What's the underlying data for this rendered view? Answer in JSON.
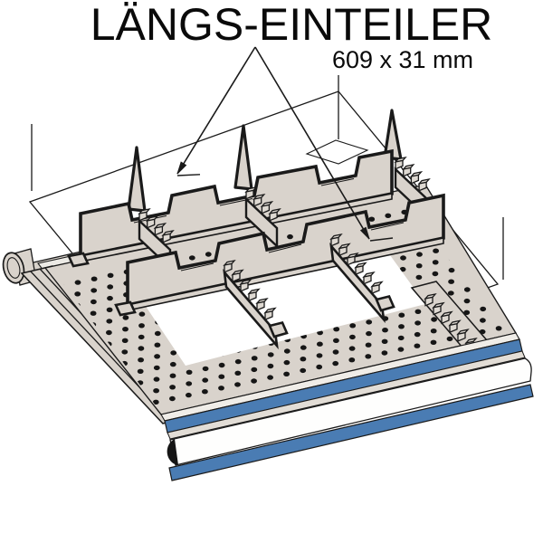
{
  "title": {
    "text": "LÄNGS-EINTEILER"
  },
  "dimension_label": {
    "text": "609 x 31 mm"
  },
  "figure": {
    "type": "technical-illustration",
    "subject": "pulled-out drawer with two longitudinal divider walls and three slotted cross walls standing on a perforated base; drawer front has two blue stripes and a cylindrical handle bar",
    "divider_rows": 2,
    "slotted_cross_walls": 3,
    "colors": {
      "outline": "#1a1a1a",
      "panel_fill": "#d9d3cc",
      "accent_blue": "#4a7cb3",
      "perforation": "#161616",
      "background": "#ffffff"
    }
  }
}
